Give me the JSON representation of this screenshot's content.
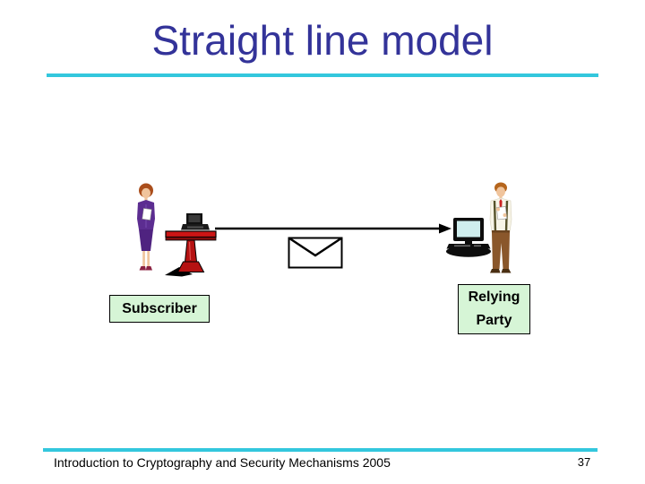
{
  "slide": {
    "title": "Straight line model",
    "footer_text": "Introduction to Cryptography and Security Mechanisms 2005",
    "page_number": "37"
  },
  "diagram": {
    "subscriber_label": "Subscriber",
    "relying_party_label": "Relying Party",
    "arrow_direction": "left-to-right",
    "icons": {
      "subscriber_person": "woman-holding-document-icon",
      "subscriber_terminal": "laptop-on-pedestal-table-icon",
      "message": "envelope-icon",
      "flow": "right-arrow-icon",
      "relying_party_terminal": "desktop-computer-icon",
      "relying_party_person": "man-holding-document-icon"
    }
  },
  "colors": {
    "background": "#ffffff",
    "title_text": "#333399",
    "divider": "#33c7dd",
    "label_background": "#d6f5d6",
    "label_border": "#000000",
    "arrow": "#000000",
    "table_red": "#cc1515",
    "suit_purple": "#5c2d91",
    "pants_brown": "#8a572b",
    "screen_cyan": "#cfeeee"
  }
}
